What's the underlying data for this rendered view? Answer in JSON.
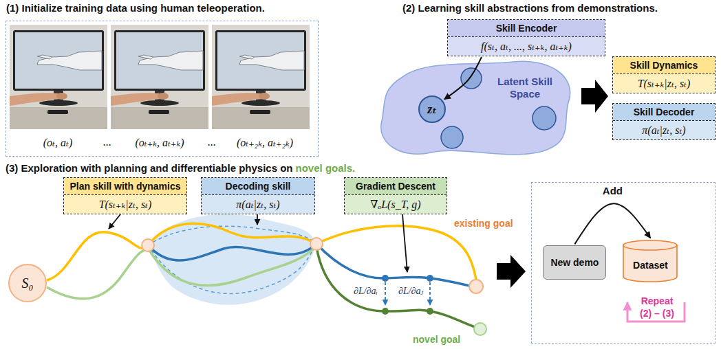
{
  "diagram": {
    "nodes": [
      {
        "text": [
          "(1) Initialize training data using human teleoperation."
        ]
      },
      {
        "text": [
          "Skill Encoder",
          "f(sₜ, aₜ, ..., sₜ₊ₖ, aₜ₊ₖ)"
        ]
      },
      {
        "text": [
          "Latent Skill Space"
        ]
      },
      {
        "text": [
          "zₜ"
        ],
        "in": 2
      },
      {
        "text": [
          "Skill Dynamics",
          "T(sₜ₊ₖ|zₜ, sₜ)"
        ]
      },
      {
        "text": [
          "Skill Decoder",
          "π(aₜ|zₜ, sₜ)"
        ]
      },
      {
        "text": [
          "Plan skill with dynamics",
          "T(sₜ₊ₖ|zₜ, sₜ)"
        ]
      },
      {
        "text": [
          "Decoding skill",
          "π(aₜ|zₜ, sₜ)"
        ]
      },
      {
        "text": [
          "Gradient Descent",
          "∇ₐL(s_T, g)"
        ]
      },
      {
        "text": [
          "S₀"
        ]
      },
      {
        "text": [
          "Repeat (2) – (3)"
        ]
      },
      {
        "text": [
          "New demo"
        ],
        "in": 10
      },
      {
        "text": [
          "Dataset"
        ],
        "in": 10
      }
    ],
    "edges": [
      {
        "from": 1,
        "to": 3,
        "arrow": "to"
      },
      {
        "from": 11,
        "to": 12,
        "arrow": "to",
        "label": "Add"
      }
    ],
    "labels": [
      "(2) Learning skill abstractions from demonstrations.",
      "(3) Exploration with planning and differentiable physics on",
      "novel goals.",
      "(oₜ, aₜ)",
      "...",
      "(oₜ₊ₖ, aₜ₊ₖ)",
      "...",
      "(oₜ₊₂ₖ, aₜ₊₂ₖ)",
      "existing goal",
      "novel goal",
      "∂L/∂aᵢ",
      "∂L/∂aⱼ"
    ]
  }
}
